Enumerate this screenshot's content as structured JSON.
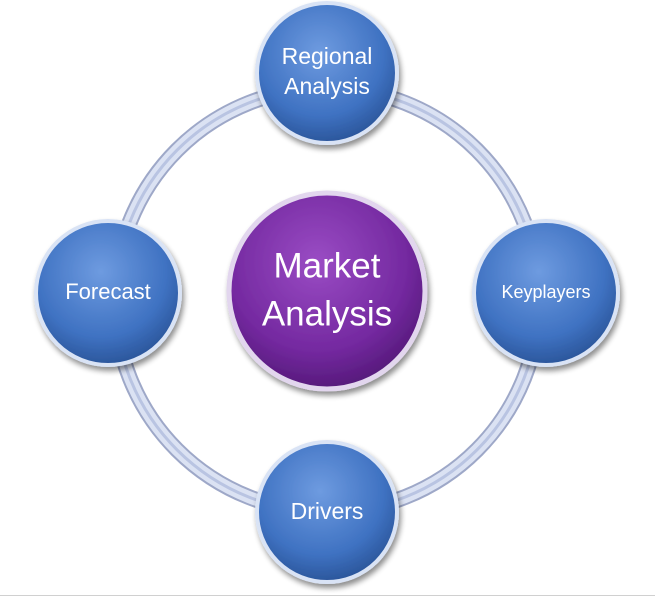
{
  "center": {
    "line1": "Market",
    "line2": "Analysis"
  },
  "nodes": {
    "top": {
      "line1": "Regional",
      "line2": "Analysis"
    },
    "right": {
      "label": "Keyplayers"
    },
    "bottom": {
      "label": "Drivers"
    },
    "left": {
      "label": "Forecast"
    }
  },
  "colors": {
    "node_blue": "#4a7fcf",
    "node_blue_dark": "#2d5aa3",
    "center_purple": "#7b2ea3",
    "center_purple_dark": "#5a1b7d",
    "ring": "#c9d2ea",
    "ring_edge": "#9ea8c8"
  }
}
